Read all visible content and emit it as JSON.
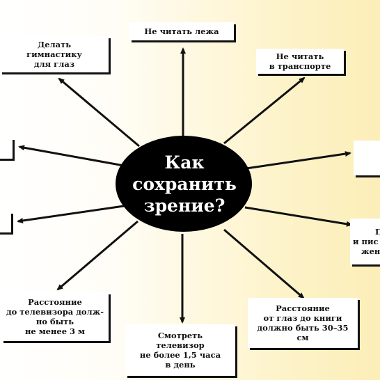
{
  "center": {
    "line1": "Как",
    "line2": "сохранить",
    "line3": "зрение?"
  },
  "nodes": {
    "top": {
      "line1": "Не читать лежа"
    },
    "top_left": {
      "line1": "Делать",
      "line2": "гимнастику",
      "line3": "для глаз"
    },
    "top_right": {
      "line1": "Не читать",
      "line2": "в транспорте"
    },
    "right_upper": {
      "line1": ""
    },
    "right_lower": {
      "line1": "П",
      "line2": "и пис",
      "line3": "жен"
    },
    "left_upper": {
      "line1": ""
    },
    "left_lower": {
      "line1": ""
    },
    "bottom": {
      "line1": "Смотреть",
      "line2": "телевизор",
      "line3": "не более 1,5 часа",
      "line4": "в день"
    },
    "bottom_left": {
      "line1": "Расстояние",
      "line2": "до телевизора долж-",
      "line3": "но быть",
      "line4": "не менее 3 м"
    },
    "bottom_right": {
      "line1": "Расстояние",
      "line2": "от глаз до книги",
      "line3": "должно быть 30–35",
      "line4": "см"
    }
  },
  "colors": {
    "hub": "#000000",
    "arrow": "#111111",
    "box": "#ffffff",
    "background_right": "#fbeeb8"
  }
}
